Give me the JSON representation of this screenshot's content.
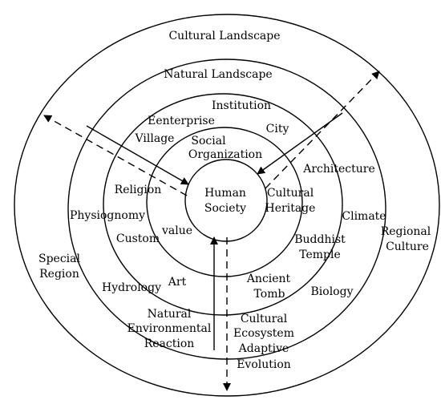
{
  "rings": {
    "outer": "Cultural Landscape",
    "second": "Natural Landscape"
  },
  "center": {
    "line1": "Human",
    "line2": "Society"
  },
  "labels": {
    "institution": "Institution",
    "eenterprise": "Eenterprise",
    "city": "City",
    "village": "Village",
    "social_organization_1": "Social",
    "social_organization_2": "Organization",
    "architecture": "Architecture",
    "religion": "Religion",
    "cultural_heritage_1": "Cultural",
    "cultural_heritage_2": "Heritage",
    "climate": "Climate",
    "physiognomy": "Physiognomy",
    "value": "value",
    "custom": "Custom",
    "buddhist_temple_1": "Buddhist",
    "buddhist_temple_2": "Temple",
    "regional_culture_1": "Regional",
    "regional_culture_2": "Culture",
    "special_region_1": "Special",
    "special_region_2": "Region",
    "art": "Art",
    "ancient_tomb_1": "Ancient",
    "ancient_tomb_2": "Tomb",
    "hydrology": "Hydrology",
    "biology": "Biology",
    "natural_reaction_1": "Natural",
    "natural_reaction_2": "Environmental",
    "natural_reaction_3": "Reaction",
    "cultural_evolution_1": "Cultural",
    "cultural_evolution_2": "Ecosystem",
    "cultural_evolution_3": "Adaptive",
    "cultural_evolution_4": "Evolution"
  }
}
